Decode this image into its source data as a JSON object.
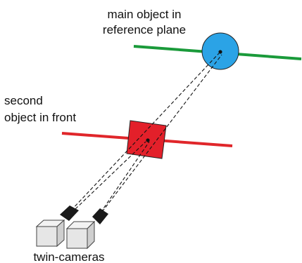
{
  "labels": {
    "main_object": [
      "main object in",
      "reference plane"
    ],
    "second_object": [
      "second",
      "object in front"
    ],
    "cameras": "twin-cameras"
  },
  "colors": {
    "reference_plane_line": "#1a9a3a",
    "front_plane_line": "#e0262a",
    "main_object_fill": "#2ba3e6",
    "second_object_fill": "#e3202a",
    "sight_lines": "#111111"
  },
  "icons": {
    "main_object": "circle",
    "second_object": "square",
    "cameras": "camera"
  }
}
